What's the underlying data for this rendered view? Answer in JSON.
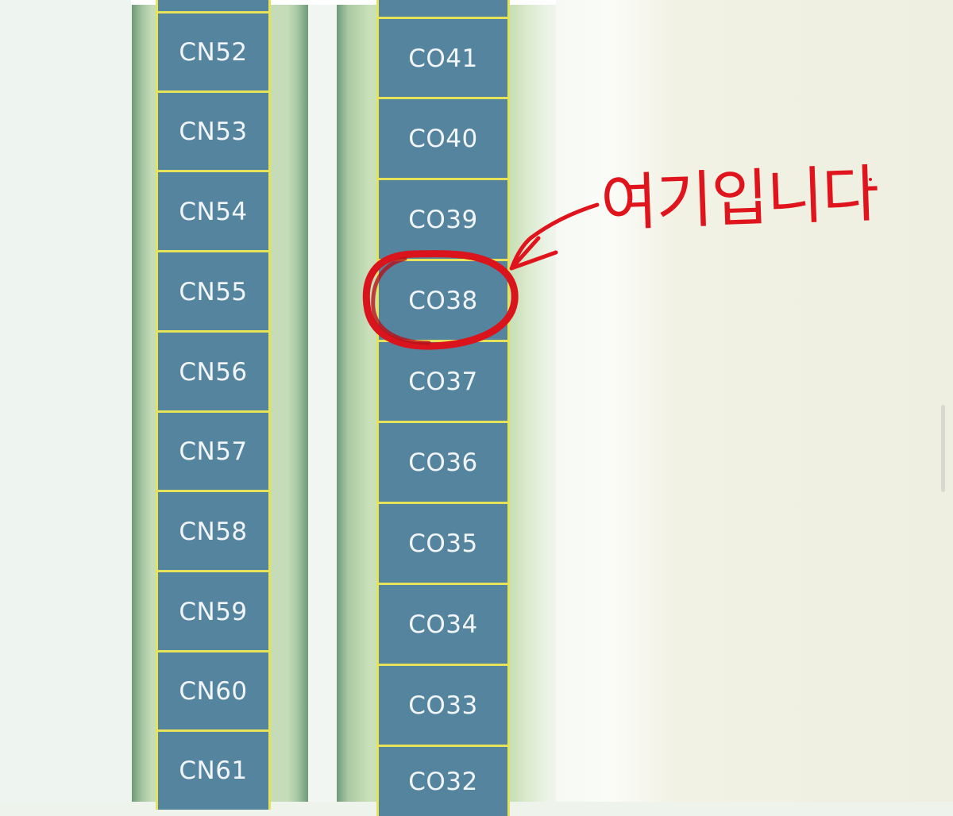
{
  "map": {
    "left_column": {
      "labels": [
        "CN52",
        "CN53",
        "CN54",
        "CN55",
        "CN56",
        "CN57",
        "CN58",
        "CN59",
        "CN60",
        "CN61"
      ]
    },
    "right_column": {
      "labels": [
        "CO41",
        "CO40",
        "CO39",
        "CO38",
        "CO37",
        "CO36",
        "CO35",
        "CO34",
        "CO33",
        "CO32"
      ]
    },
    "highlighted_slot": "CO38"
  },
  "annotation": {
    "text": "여기입니다",
    "color": "#e0141c"
  },
  "colors": {
    "slot_fill": "#55849f",
    "slot_border": "#e6e35a",
    "rail_green": "#c6dcb9"
  }
}
